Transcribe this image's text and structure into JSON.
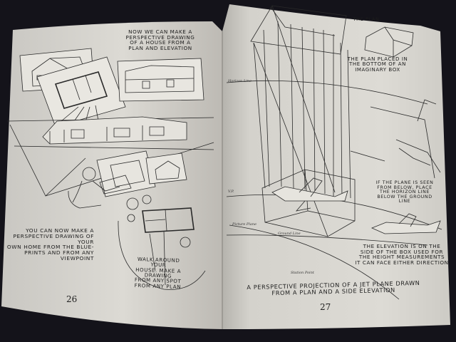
{
  "book": {
    "left_page": {
      "heading": [
        "NOW WE CAN MAKE A",
        "PERSPECTIVE DRAWING",
        "OF A HOUSE FROM A",
        "PLAN AND ELEVATION"
      ],
      "caption": [
        "YOU CAN NOW MAKE A",
        "PERSPECTIVE DRAWING OF YOUR",
        "OWN HOME FROM THE BLUE-",
        "PRINTS AND FROM ANY VIEWPOINT"
      ],
      "walk_note": [
        "WALK AROUND YOUR",
        "HOUSE. MAKE A DRAWING",
        "FROM ANY SPOT",
        "FROM ANY PLAN"
      ],
      "page_number": "26"
    },
    "right_page": {
      "plan_label": "THE PLAN",
      "plan_note": [
        "THE PLAN PLACED IN",
        "THE BOTTOM OF AN",
        "IMAGINARY BOX"
      ],
      "plane_note": [
        "IF THE PLANE IS SEEN",
        "FROM BELOW, PLACE",
        "THE HORIZON LINE",
        "BELOW THE GROUND",
        "LINE"
      ],
      "elevation_note": [
        "THE ELEVATION IS ON THE",
        "SIDE OF THE BOX USED FOR",
        "THE HEIGHT MEASUREMENTS",
        "IT CAN FACE EITHER DIRECTION"
      ],
      "caption": [
        "A PERSPECTIVE PROJECTION OF A JET PLANE DRAWN",
        "FROM A PLAN AND A SIDE ELEVATION"
      ],
      "page_number": "27"
    }
  }
}
